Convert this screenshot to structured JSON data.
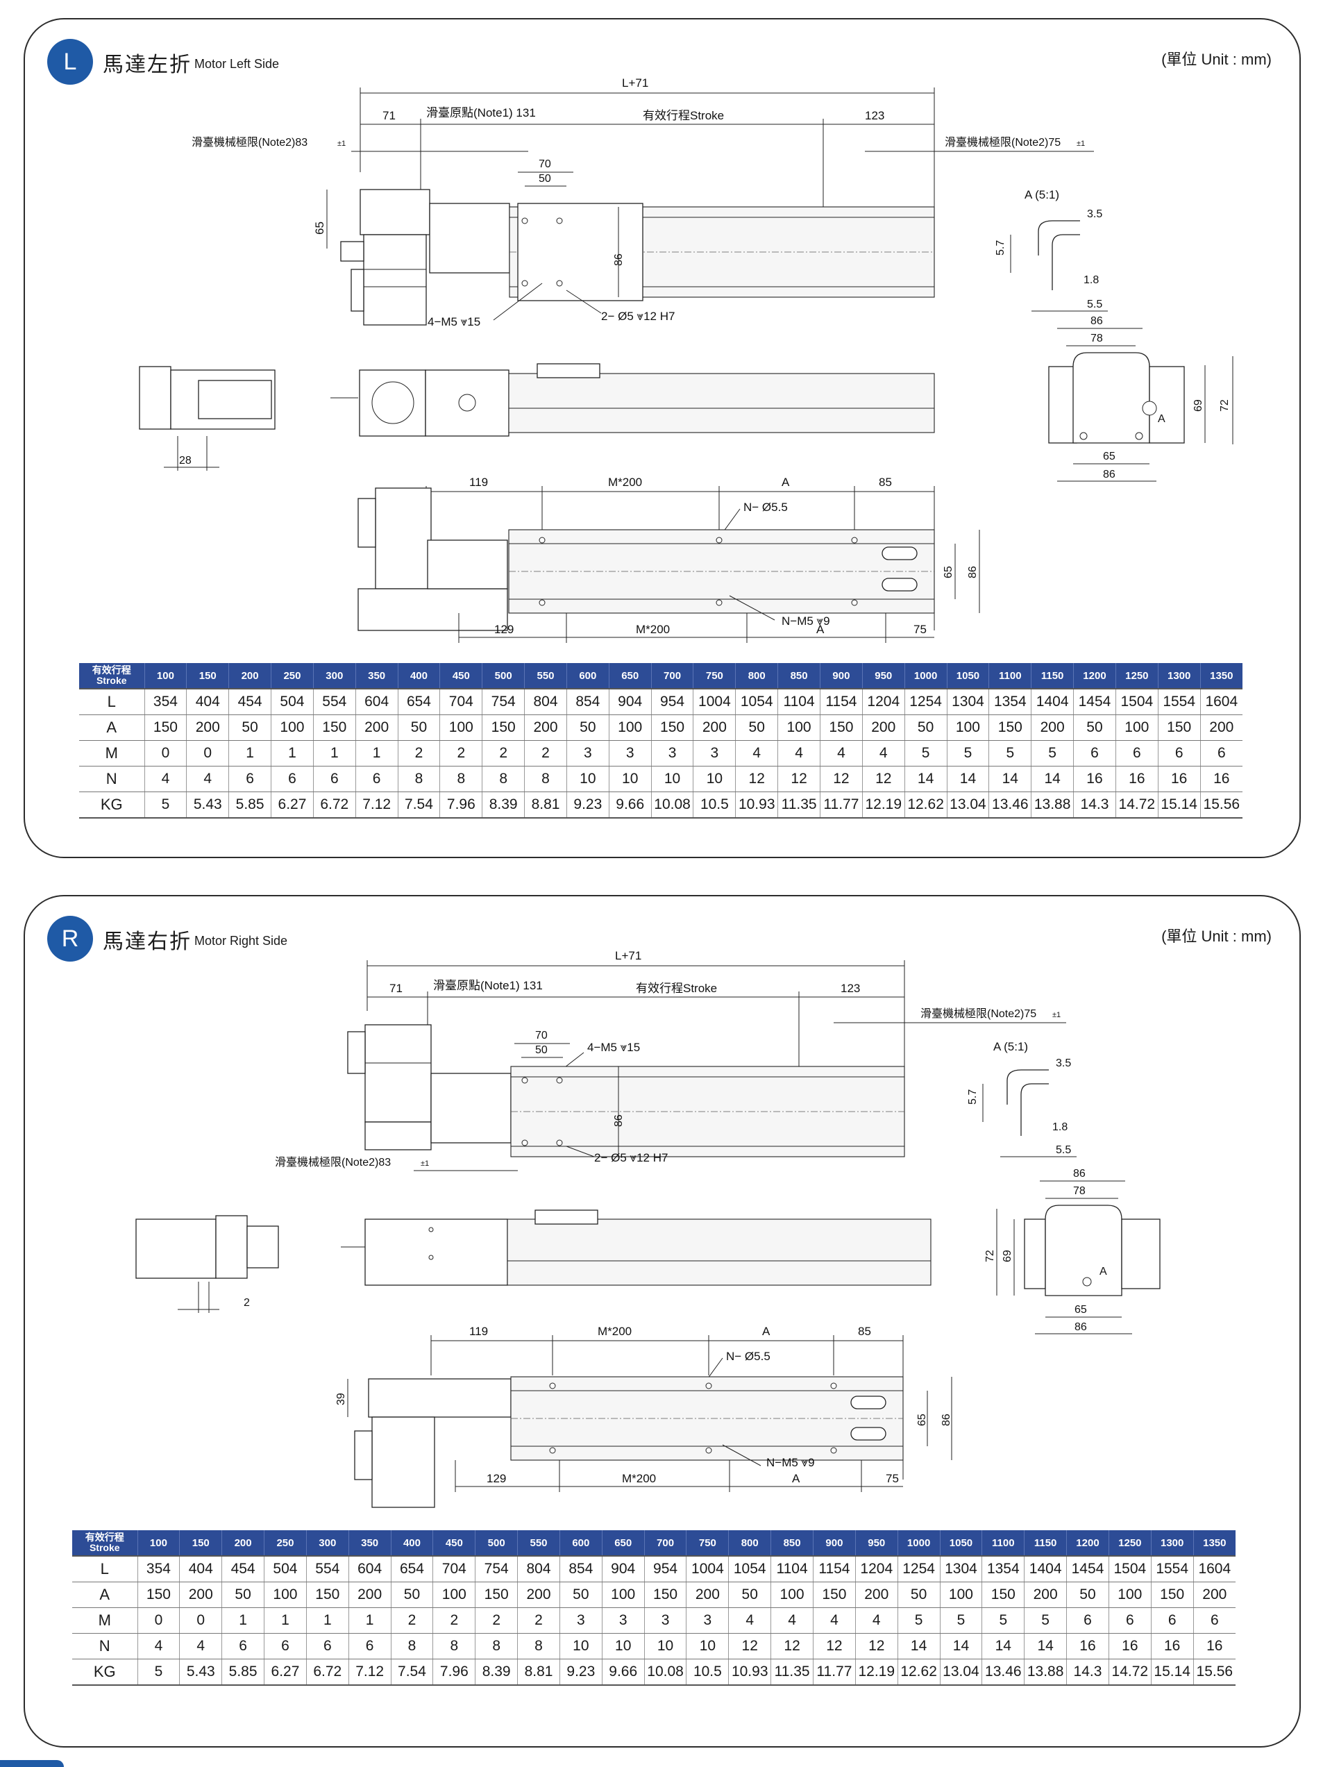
{
  "unit_label": "(單位 Unit : mm)",
  "panels": {
    "left": {
      "badge": "L",
      "title_zh": "馬達左折",
      "title_en": "Motor Left Side",
      "labels": {
        "l71": "L+71",
        "d71": "71",
        "home": "滑臺原點(Note1) 131",
        "stroke": "有效行程Stroke",
        "d123": "123",
        "limit2": "滑臺機械極限(Note2)83",
        "tol": "±1",
        "limit75": "滑臺機械極限(Note2)75",
        "d70": "70",
        "d50": "50",
        "d65": "65",
        "d86": "86",
        "m5": "4−M5 ⩔15",
        "phi5": "2− Ø5 ⩔12 H7",
        "detail": "A (5:1)",
        "d35": "3.5",
        "d57": "5.7",
        "d18": "1.8",
        "d55": "5.5",
        "e86": "86",
        "e78": "78",
        "e69": "69",
        "e72": "72",
        "e65": "65",
        "e86b": "86",
        "eA": "A",
        "s28": "28",
        "b119": "119",
        "bM200": "M*200",
        "bA": "A",
        "b85": "85",
        "bN55": "N− Ø5.5",
        "b65": "65",
        "b86": "86",
        "bNM5": "N−M5 ⩔9",
        "b129": "129",
        "bM200b": "M*200",
        "bAb": "A",
        "b75": "75"
      }
    },
    "right": {
      "badge": "R",
      "title_zh": "馬達右折",
      "title_en": "Motor Right Side",
      "labels": {
        "l71": "L+71",
        "d71": "71",
        "home": "滑臺原點(Note1) 131",
        "stroke": "有效行程Stroke",
        "d123": "123",
        "limit75": "滑臺機械極限(Note2)75",
        "tol": "±1",
        "d70": "70",
        "d50": "50",
        "m5": "4−M5 ⩔15",
        "d86": "86",
        "phi5": "2− Ø5 ⩔12 H7",
        "limit2": "滑臺機械極限(Note2)83",
        "detail": "A (5:1)",
        "d35": "3.5",
        "d57": "5.7",
        "d18": "1.8",
        "d55": "5.5",
        "e86": "86",
        "e78": "78",
        "e72": "72",
        "e69": "69",
        "e65": "65",
        "e86b": "86",
        "eA": "A",
        "s2": "2",
        "b119": "119",
        "bM200": "M*200",
        "bA": "A",
        "b85": "85",
        "bN55": "N− Ø5.5",
        "b39": "39",
        "b65": "65",
        "b86": "86",
        "bNM5": "N−M5 ⩔9",
        "b129": "129",
        "bM200b": "M*200",
        "bAb": "A",
        "b75": "75"
      }
    }
  },
  "table": {
    "header_label_line1": "有效行程",
    "header_label_line2": "Stroke",
    "strokes": [
      "100",
      "150",
      "200",
      "250",
      "300",
      "350",
      "400",
      "450",
      "500",
      "550",
      "600",
      "650",
      "700",
      "750",
      "800",
      "850",
      "900",
      "950",
      "1000",
      "1050",
      "1100",
      "1150",
      "1200",
      "1250",
      "1300",
      "1350"
    ],
    "rows": [
      {
        "label": "L",
        "values": [
          "354",
          "404",
          "454",
          "504",
          "554",
          "604",
          "654",
          "704",
          "754",
          "804",
          "854",
          "904",
          "954",
          "1004",
          "1054",
          "1104",
          "1154",
          "1204",
          "1254",
          "1304",
          "1354",
          "1404",
          "1454",
          "1504",
          "1554",
          "1604"
        ]
      },
      {
        "label": "A",
        "values": [
          "150",
          "200",
          "50",
          "100",
          "150",
          "200",
          "50",
          "100",
          "150",
          "200",
          "50",
          "100",
          "150",
          "200",
          "50",
          "100",
          "150",
          "200",
          "50",
          "100",
          "150",
          "200",
          "50",
          "100",
          "150",
          "200"
        ]
      },
      {
        "label": "M",
        "values": [
          "0",
          "0",
          "1",
          "1",
          "1",
          "1",
          "2",
          "2",
          "2",
          "2",
          "3",
          "3",
          "3",
          "3",
          "4",
          "4",
          "4",
          "4",
          "5",
          "5",
          "5",
          "5",
          "6",
          "6",
          "6",
          "6"
        ]
      },
      {
        "label": "N",
        "values": [
          "4",
          "4",
          "6",
          "6",
          "6",
          "6",
          "8",
          "8",
          "8",
          "8",
          "10",
          "10",
          "10",
          "10",
          "12",
          "12",
          "12",
          "12",
          "14",
          "14",
          "14",
          "14",
          "16",
          "16",
          "16",
          "16"
        ]
      },
      {
        "label": "KG",
        "values": [
          "5",
          "5.43",
          "5.85",
          "6.27",
          "6.72",
          "7.12",
          "7.54",
          "7.96",
          "8.39",
          "8.81",
          "9.23",
          "9.66",
          "10.08",
          "10.5",
          "10.93",
          "11.35",
          "11.77",
          "12.19",
          "12.62",
          "13.04",
          "13.46",
          "13.88",
          "14.3",
          "14.72",
          "15.14",
          "15.56"
        ]
      }
    ]
  }
}
